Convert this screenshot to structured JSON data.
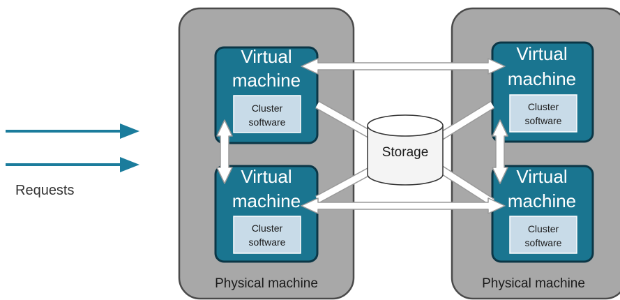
{
  "requests": {
    "label": "Requests",
    "arrow_color": "#1b7c9c"
  },
  "physical_machine_label": "Physical machine",
  "virtual_machine_title": [
    "Virtual",
    "machine"
  ],
  "cluster_software_label": [
    "Cluster",
    "software"
  ],
  "storage": {
    "label": "Storage"
  },
  "colors": {
    "physical_machine_fill": "#a8a8a8",
    "physical_machine_border": "#4a4a4a",
    "virtual_machine_fill": "#1a7590",
    "virtual_machine_border": "#0b3646",
    "cluster_software_fill": "#c8dbe8",
    "connector_fill": "#ffffff",
    "connector_stroke": "#9a9a9a"
  }
}
